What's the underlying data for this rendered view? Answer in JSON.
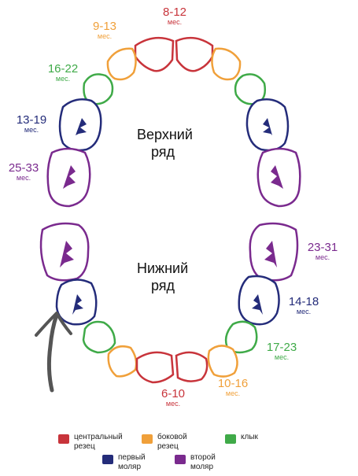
{
  "colors": {
    "central": "#c8343b",
    "lateral": "#f0a03a",
    "canine": "#3faa48",
    "first_molar": "#242c7a",
    "second_molar": "#7a2a8e",
    "arrow": "#555555"
  },
  "upper_label": {
    "line1": "Верхний",
    "line2": "ряд"
  },
  "lower_label": {
    "line1": "Нижний",
    "line2": "ряд"
  },
  "upper_ages": [
    {
      "tooth": "central",
      "range": "8-12",
      "unit": "мес."
    },
    {
      "tooth": "lateral",
      "range": "9-13",
      "unit": "мес."
    },
    {
      "tooth": "canine",
      "range": "16-22",
      "unit": "мес."
    },
    {
      "tooth": "first_molar",
      "range": "13-19",
      "unit": "мес."
    },
    {
      "tooth": "second_molar",
      "range": "25-33",
      "unit": "мес."
    }
  ],
  "lower_ages": [
    {
      "tooth": "second_molar",
      "range": "23-31",
      "unit": "мес."
    },
    {
      "tooth": "first_molar",
      "range": "14-18",
      "unit": "мес."
    },
    {
      "tooth": "canine",
      "range": "17-23",
      "unit": "мес."
    },
    {
      "tooth": "lateral",
      "range": "10-16",
      "unit": "мес."
    },
    {
      "tooth": "central",
      "range": "6-10",
      "unit": "мес."
    }
  ],
  "legend": [
    {
      "tooth": "central",
      "label": "центральный\nрезец"
    },
    {
      "tooth": "lateral",
      "label": "боковой\nрезец"
    },
    {
      "tooth": "canine",
      "label": "клык"
    },
    {
      "tooth": "first_molar",
      "label": "первый\nмоляр"
    },
    {
      "tooth": "second_molar",
      "label": "второй\nмоляр"
    }
  ]
}
